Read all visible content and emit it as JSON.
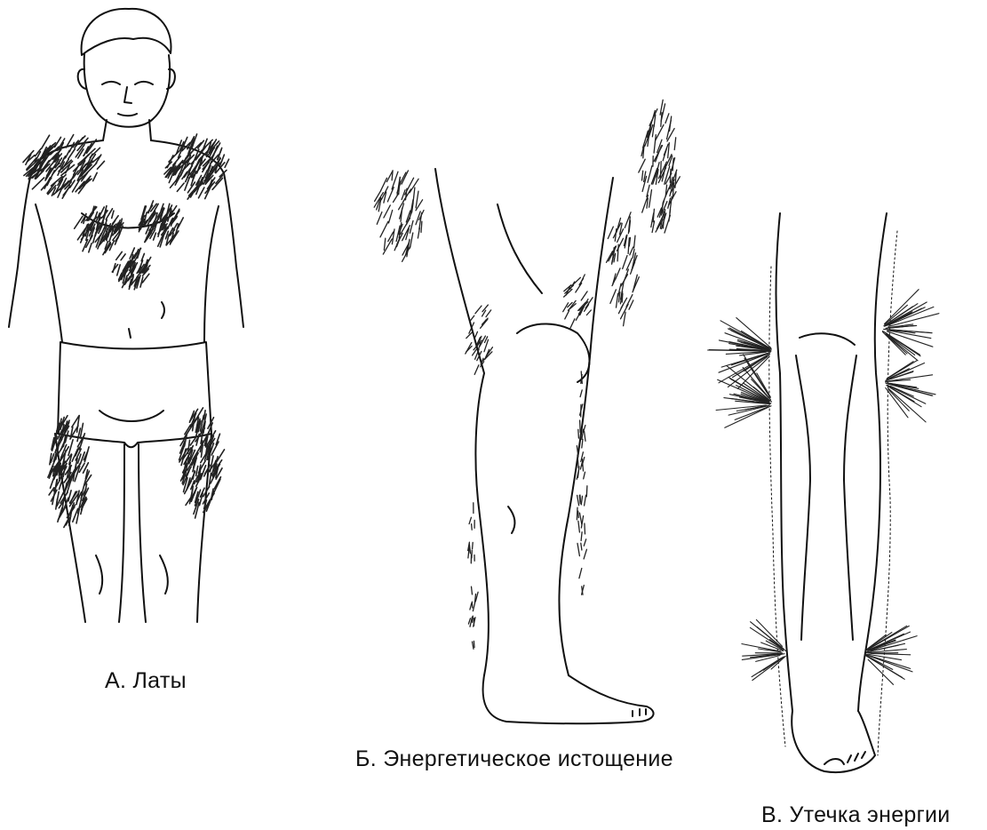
{
  "figure": {
    "panels": [
      {
        "id": "a",
        "caption": "А. Латы"
      },
      {
        "id": "b",
        "caption": "Б. Энергетическое истощение"
      },
      {
        "id": "c",
        "caption": "В. Утечка энергии"
      }
    ]
  },
  "colors": {
    "ink": "#111111",
    "hatch": "#222222",
    "background": "#ffffff"
  }
}
